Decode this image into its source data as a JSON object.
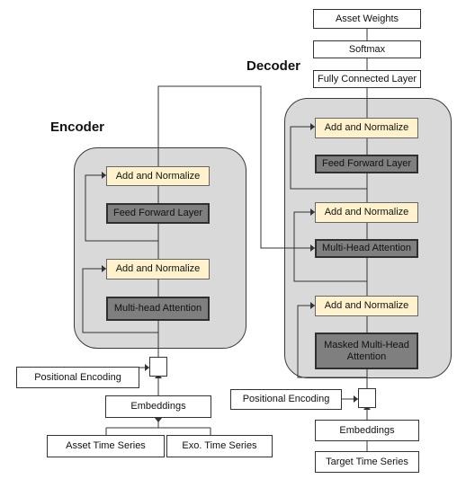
{
  "encoder": {
    "title": "Encoder",
    "add_norm_top": "Add and Normalize",
    "feed_forward": "Feed Forward Layer",
    "add_norm_bottom": "Add and Normalize",
    "attention": "Multi-head Attention",
    "positional_encoding": "Positional Encoding",
    "embeddings": "Embeddings",
    "input_asset": "Asset Time Series",
    "input_exo": "Exo. Time Series"
  },
  "decoder": {
    "title": "Decoder",
    "output": "Asset Weights",
    "softmax": "Softmax",
    "fully_connected": "Fully Connected Layer",
    "add_norm_3": "Add and Normalize",
    "feed_forward": "Feed Forward Layer",
    "add_norm_2": "Add and Normalize",
    "cross_attention": "Multi-Head Attention",
    "add_norm_1": "Add and Normalize",
    "masked_attention": "Masked Multi-Head Attention",
    "positional_encoding": "Positional Encoding",
    "embeddings": "Embeddings",
    "input_target": "Target Time Series"
  }
}
